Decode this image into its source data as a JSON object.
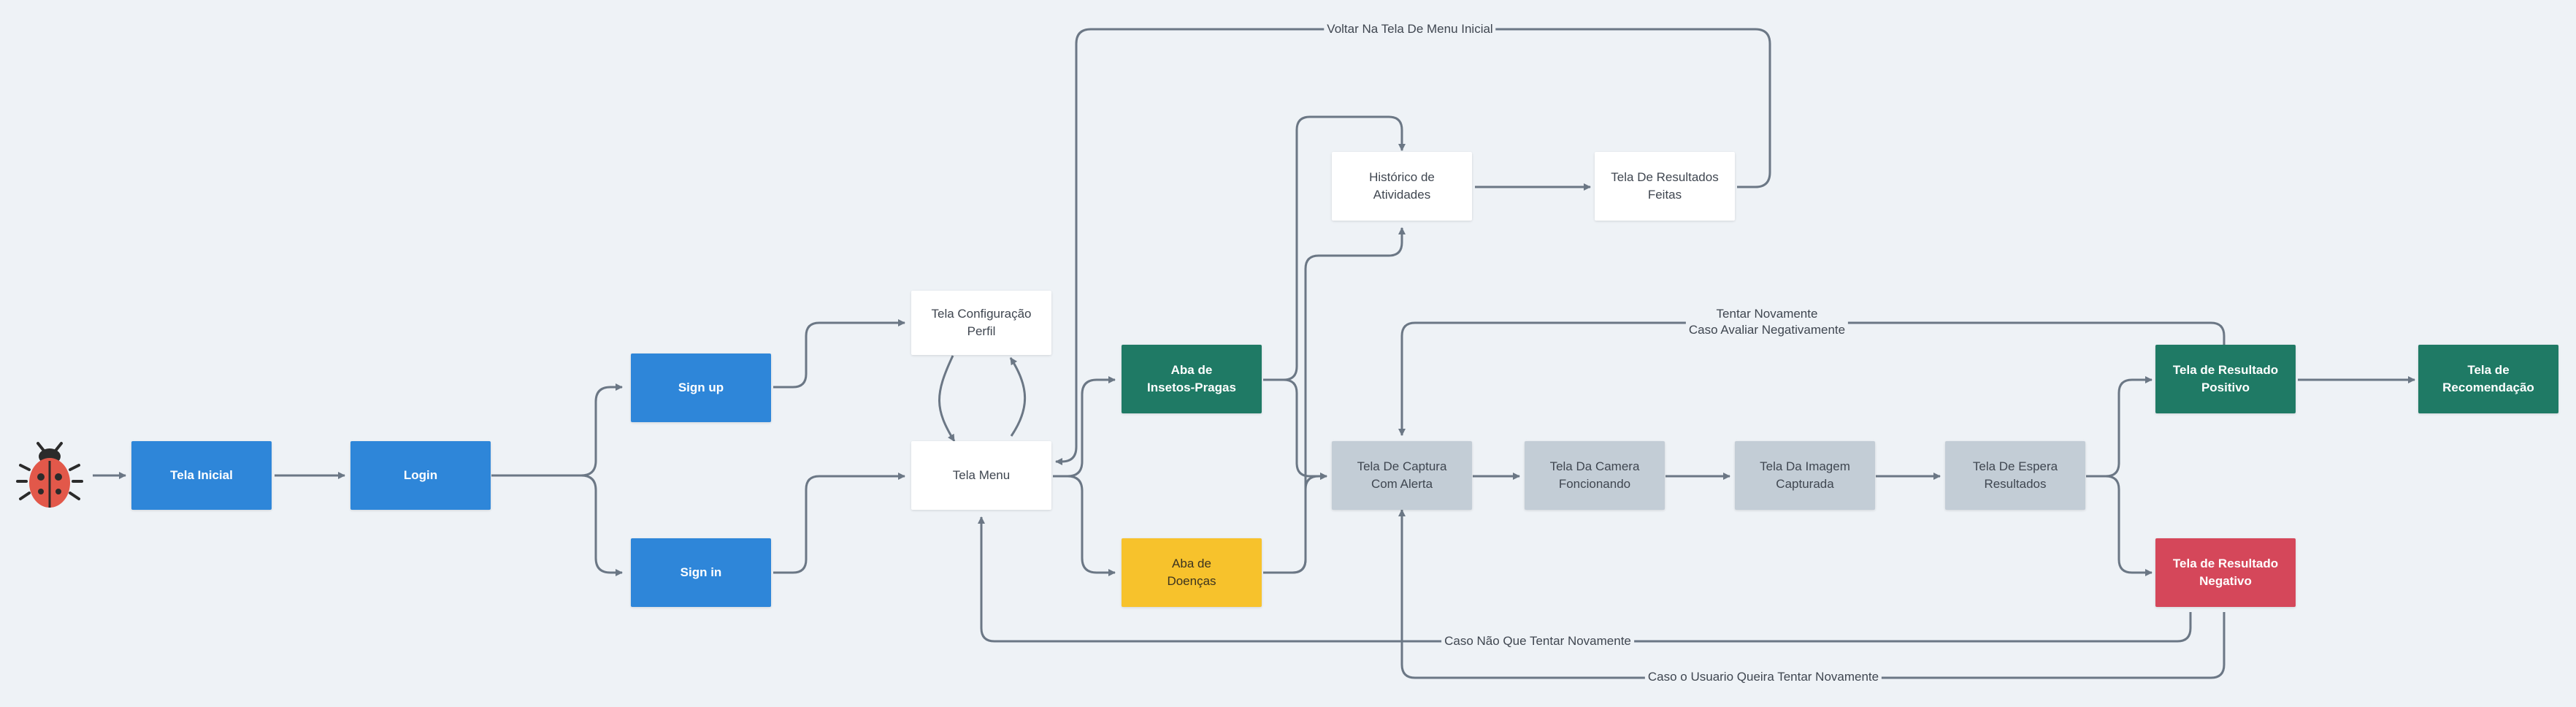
{
  "colors": {
    "edge": "#6b7785",
    "blue": "#2e86d9",
    "green": "#1f7a65",
    "yellow": "#f7c22c",
    "grey": "#c3cdd6",
    "red": "#d5475a",
    "white": "#ffffff",
    "background": "#eef2f6"
  },
  "start_icon": "ladybug-icon",
  "nodes": {
    "tela_inicial": "Tela Inicial",
    "login": "Login",
    "sign_up": "Sign up",
    "sign_in": "Sign in",
    "tela_config_perfil": "Tela Configuração\nPerfil",
    "tela_menu": "Tela Menu",
    "aba_insetos": "Aba de\nInsetos-Pragas",
    "aba_doencas": "Aba de\nDoenças",
    "historico": "Histórico de\nAtividades",
    "tela_resultados_feitas": "Tela De Resultados\nFeitas",
    "tela_captura": "Tela De Captura\nCom Alerta",
    "tela_camera": "Tela Da Camera\nFoncionando",
    "tela_imagem": "Tela Da Imagem\nCapturada",
    "tela_espera": "Tela De Espera\nResultados",
    "resultado_positivo": "Tela de Resultado\nPositivo",
    "resultado_negativo": "Tela de Resultado\nNegativo",
    "tela_recomendacao": "Tela de\nRecomendação"
  },
  "edge_labels": {
    "voltar_menu": "Voltar Na Tela De Menu Inicial",
    "tentar_novamente": "Tentar Novamente\nCaso Avaliar Negativamente",
    "caso_nao_tentar": "Caso Não Que Tentar Novamente",
    "caso_queira_tentar": "Caso o Usuario Queira Tentar Novamente"
  }
}
